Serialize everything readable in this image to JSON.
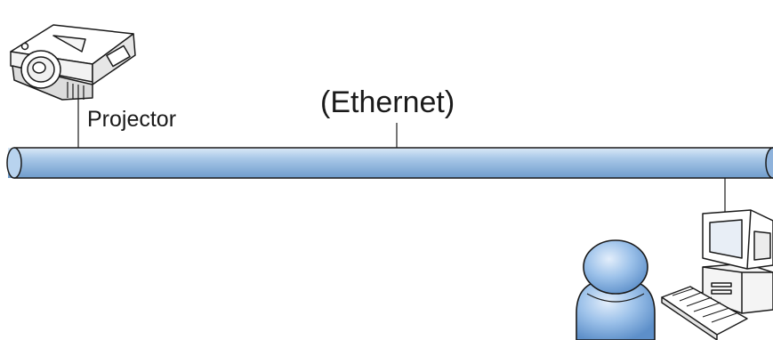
{
  "labels": {
    "projector": "Projector",
    "network": "(Ethernet)"
  },
  "icons": {
    "projector": "projector-icon",
    "user": "user-icon",
    "computer": "desktop-computer-icon",
    "keyboard": "keyboard-icon",
    "cable": "ethernet-cable"
  },
  "colors": {
    "cable_fill": "#a9c8e8",
    "cable_stroke": "#1a1a1a",
    "user_fill": "#8fb8e4",
    "device_fill": "#ffffff",
    "line": "#1a1a1a"
  }
}
